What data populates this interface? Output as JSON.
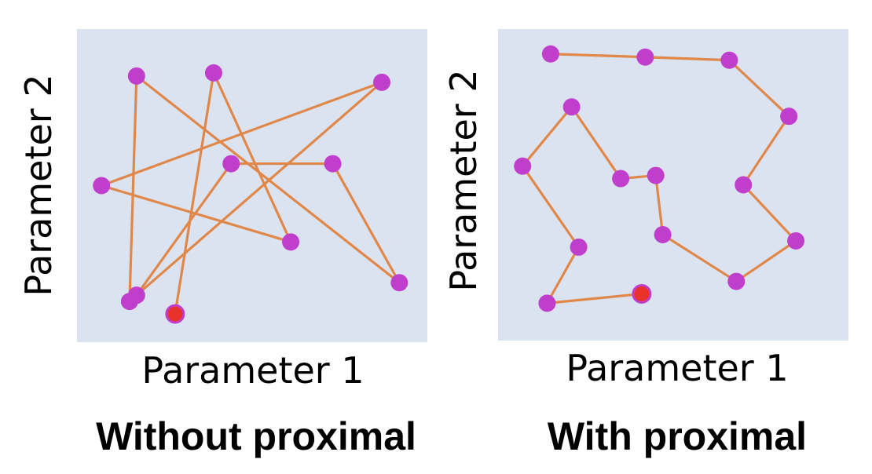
{
  "colors": {
    "plot_background": "#dce3f0",
    "path_line": "#e0874a",
    "point": "#bf3fcc",
    "start_point": "#e8322a"
  },
  "panels": [
    {
      "id": "without",
      "title": "Without proximal",
      "xlabel": "Parameter  1",
      "ylabel": "Parameter 2",
      "points": [
        [
          0.28,
          0.09
        ],
        [
          0.39,
          0.86
        ],
        [
          0.61,
          0.32
        ],
        [
          0.07,
          0.5
        ],
        [
          0.87,
          0.83
        ],
        [
          0.17,
          0.15
        ],
        [
          0.44,
          0.57
        ],
        [
          0.73,
          0.57
        ],
        [
          0.92,
          0.19
        ],
        [
          0.17,
          0.85
        ],
        [
          0.15,
          0.13
        ]
      ]
    },
    {
      "id": "with",
      "title": "With proximal",
      "xlabel": "Parameter 1",
      "ylabel": "Parameter  2",
      "points": [
        [
          0.41,
          0.15
        ],
        [
          0.14,
          0.12
        ],
        [
          0.23,
          0.3
        ],
        [
          0.07,
          0.56
        ],
        [
          0.21,
          0.75
        ],
        [
          0.35,
          0.52
        ],
        [
          0.45,
          0.53
        ],
        [
          0.47,
          0.34
        ],
        [
          0.68,
          0.19
        ],
        [
          0.85,
          0.32
        ],
        [
          0.7,
          0.5
        ],
        [
          0.83,
          0.72
        ],
        [
          0.66,
          0.9
        ],
        [
          0.42,
          0.91
        ],
        [
          0.15,
          0.92
        ]
      ]
    }
  ]
}
